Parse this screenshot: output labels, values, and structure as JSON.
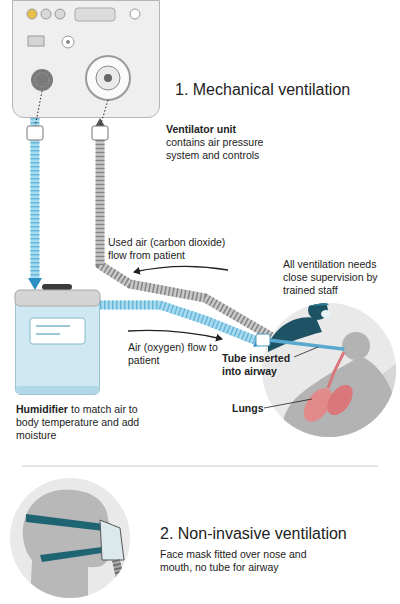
{
  "diagram": {
    "nodes": [
      {
        "text": [
          "Ventilator unit",
          "contains air pressure system and controls"
        ]
      },
      {
        "text": [
          "Humidifier",
          "to match air to body temperature and add moisture"
        ]
      },
      {
        "text": [
          "All ventilation needs close supervision by trained staff"
        ]
      },
      {
        "text": [
          "2. Non-invasive ventilation",
          "Face mask fitted over nose and mouth, no tube for airway"
        ]
      }
    ],
    "edges": [
      {
        "from": 0,
        "to": 1,
        "arrow": "to"
      },
      {
        "from": 1,
        "to": 2,
        "label": "Air (oxygen) flow to patient",
        "arrow": "to"
      },
      {
        "from": 2,
        "to": 0,
        "label": "Used air (carbon dioxide) flow from patient",
        "arrow": "to"
      }
    ],
    "labels": [
      "1. Mechanical ventilation",
      "Tube inserted into airway",
      "Lungs"
    ]
  }
}
